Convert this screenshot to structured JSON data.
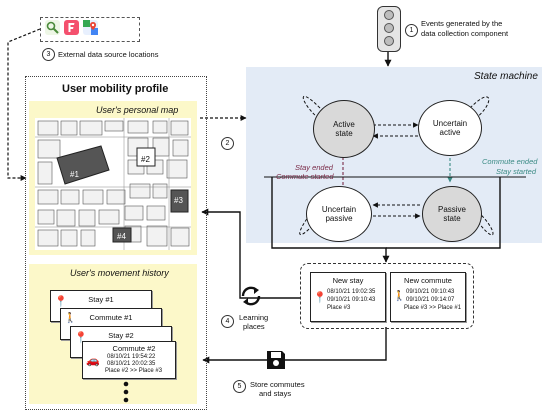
{
  "sources": {
    "label": "External data source locations",
    "num": "3",
    "icons": [
      "search-map-icon",
      "foursquare-icon",
      "google-maps-icon"
    ]
  },
  "events": {
    "label_line1": "Events generated by the",
    "label_line2": "data collection component",
    "num": "1"
  },
  "profile": {
    "title": "User mobility profile",
    "map_title": "User's personal map",
    "history_title": "User's movement history",
    "places": [
      "#1",
      "#2",
      "#3",
      "#4"
    ]
  },
  "state_machine": {
    "title": "State machine",
    "num": "2",
    "states": {
      "active": "Active state",
      "uncertain_active": "Uncertain active",
      "uncertain_passive": "Uncertain passive",
      "passive": "Passive state"
    },
    "left_label_1": "Stay ended",
    "left_label_2": "Commute started",
    "right_label_1": "Commute ended",
    "right_label_2": "Stay started"
  },
  "new_stay": {
    "title": "New stay",
    "line1": "08/10/21 19:02:35",
    "line2": "09/10/21 09:10:43",
    "line3": "Place #3"
  },
  "new_commute": {
    "title": "New commute",
    "line1": "09/10/21 09:10:43",
    "line2": "09/10/21 09:14:07",
    "line3": "Place #3 >> Place #1"
  },
  "learning": {
    "num": "4",
    "label_line1": "Learning",
    "label_line2": "places"
  },
  "store": {
    "num": "5",
    "label_line1": "Store commutes",
    "label_line2": "and stays"
  },
  "history": {
    "cards": [
      "Stay #1",
      "Commute #1",
      "Stay #2",
      "Commute #2"
    ],
    "detail1": "08/10/21 19:54:22",
    "detail2": "08/10/21 20:02:35",
    "detail3": "Place #2 >> Place #3"
  },
  "colors": {
    "state_bg": "#e3ebf6",
    "profile_bg": "#fcf8c9",
    "commute_arrow": "#3a8a84",
    "stay_arrow": "#7a2b48"
  }
}
